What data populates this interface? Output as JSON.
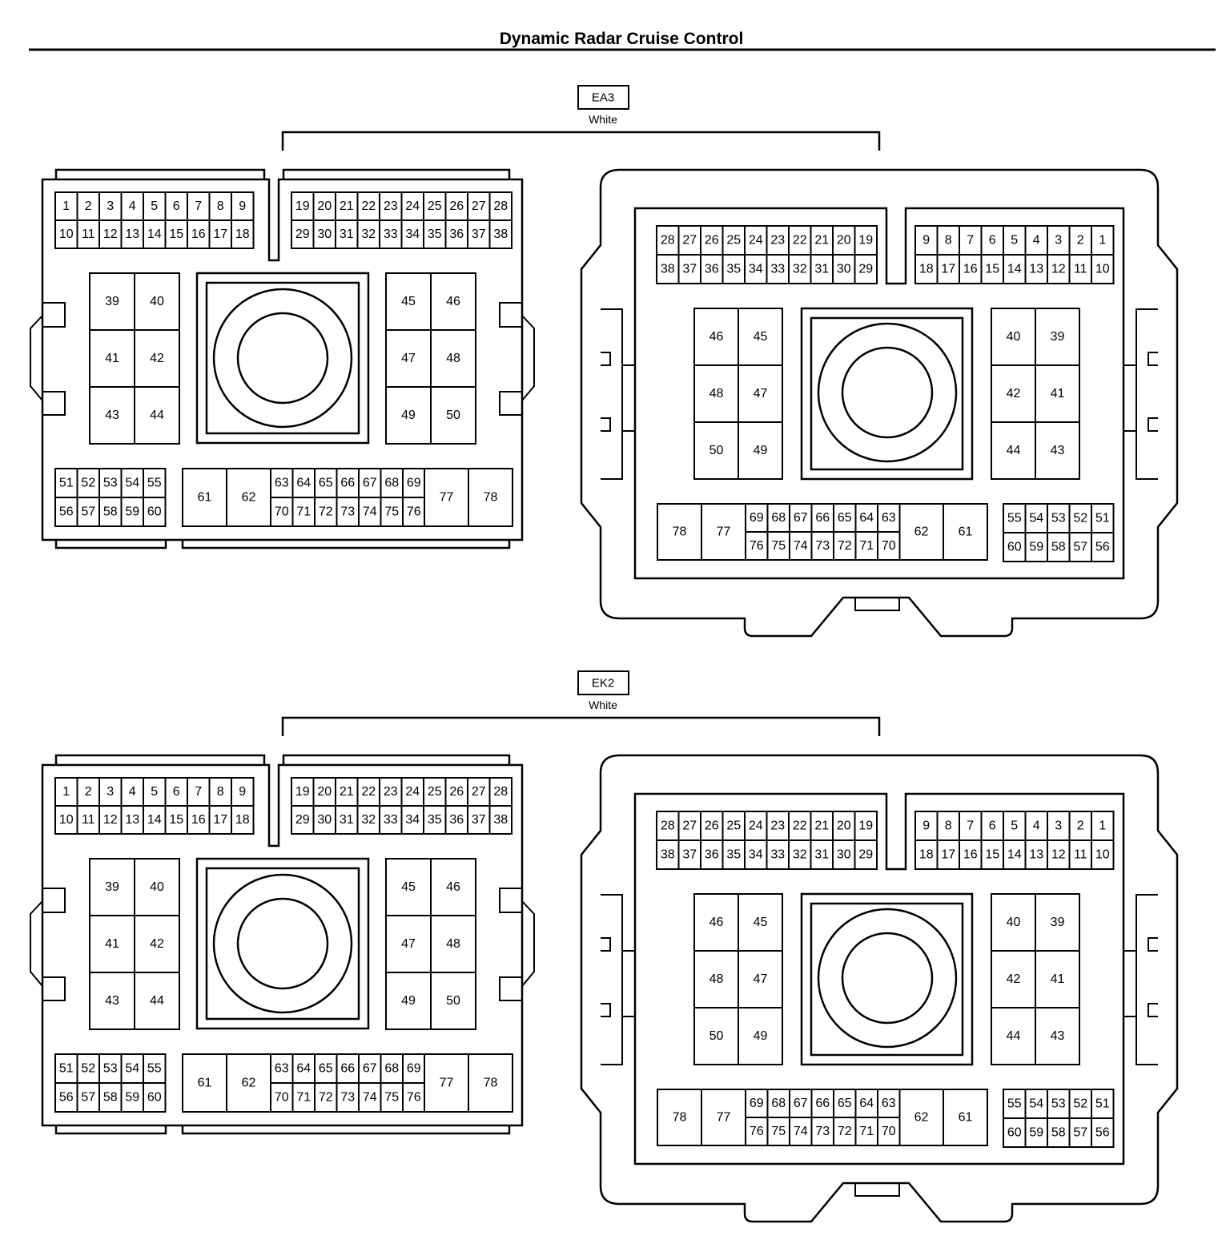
{
  "page": {
    "title": "Dynamic Radar Cruise Control"
  },
  "connectors": [
    {
      "id": "EA3",
      "label": "EA3",
      "color": "White"
    },
    {
      "id": "EK2",
      "label": "EK2",
      "color": "White"
    }
  ],
  "pins": {
    "top_row_a": [
      "1",
      "2",
      "3",
      "4",
      "5",
      "6",
      "7",
      "8",
      "9"
    ],
    "top_row_b": [
      "10",
      "11",
      "12",
      "13",
      "14",
      "15",
      "16",
      "17",
      "18"
    ],
    "top_row_c": [
      "19",
      "20",
      "21",
      "22",
      "23",
      "24",
      "25",
      "26",
      "27",
      "28"
    ],
    "top_row_d": [
      "29",
      "30",
      "31",
      "32",
      "33",
      "34",
      "35",
      "36",
      "37",
      "38"
    ],
    "block_left": [
      [
        "39",
        "40"
      ],
      [
        "41",
        "42"
      ],
      [
        "43",
        "44"
      ]
    ],
    "block_right": [
      [
        "45",
        "46"
      ],
      [
        "47",
        "48"
      ],
      [
        "49",
        "50"
      ]
    ],
    "bottom_small_a": [
      "51",
      "52",
      "53",
      "54",
      "55"
    ],
    "bottom_small_b": [
      "56",
      "57",
      "58",
      "59",
      "60"
    ],
    "big_61": "61",
    "big_62": "62",
    "bottom_mid_a": [
      "63",
      "64",
      "65",
      "66",
      "67",
      "68",
      "69"
    ],
    "bottom_mid_b": [
      "70",
      "71",
      "72",
      "73",
      "74",
      "75",
      "76"
    ],
    "big_77": "77",
    "big_78": "78"
  }
}
